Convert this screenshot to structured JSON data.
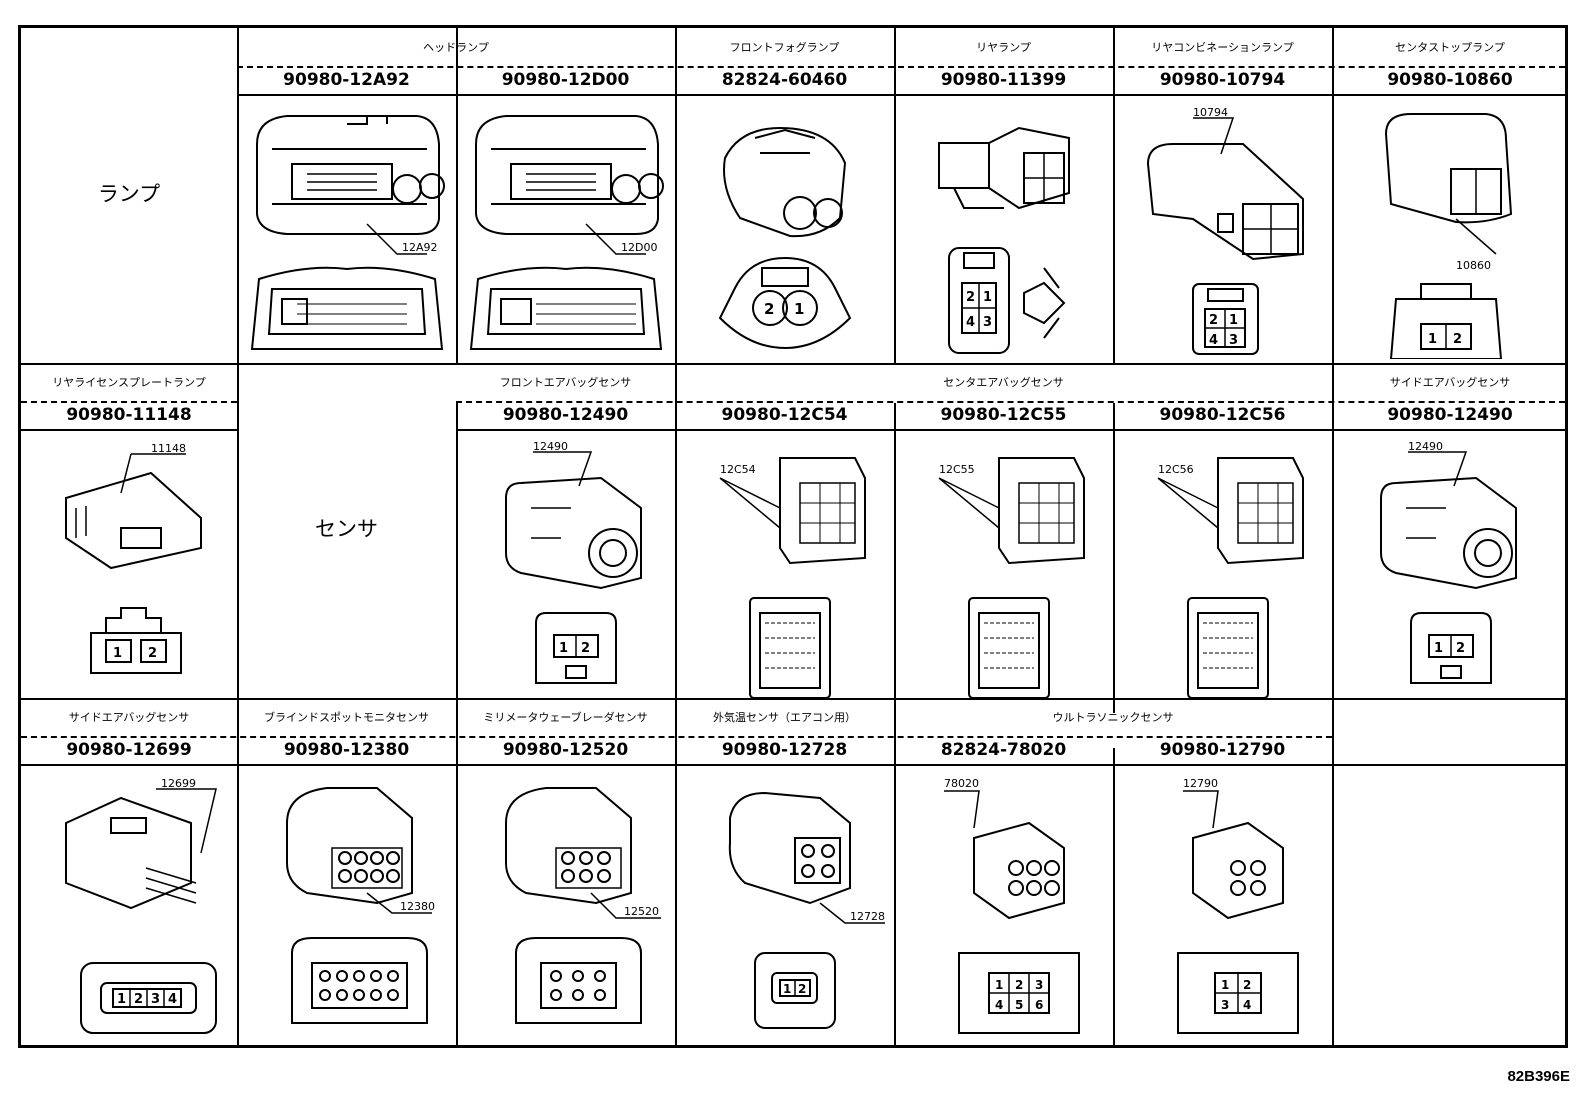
{
  "rows": [
    {
      "group_label": "ランプ",
      "group_at": "first-column",
      "headers": [
        {
          "title": "ヘッドランプ",
          "span": 2
        },
        {
          "title": "フロントフォグランプ",
          "span": 1
        },
        {
          "title": "リヤランプ",
          "span": 1
        },
        {
          "title": "リヤコンビネーションランプ",
          "span": 1
        },
        {
          "title": "センタストップランプ",
          "span": 1
        }
      ],
      "cells": [
        {
          "part_number": "90980-12A92",
          "callout": "12A92",
          "pins": []
        },
        {
          "part_number": "90980-12D00",
          "callout": "12D00",
          "pins": []
        },
        {
          "part_number": "82824-60460",
          "callout": "",
          "pins": [
            "2",
            "1"
          ]
        },
        {
          "part_number": "90980-11399",
          "callout": "",
          "pins": [
            "2",
            "1",
            "4",
            "3"
          ]
        },
        {
          "part_number": "90980-10794",
          "callout": "10794",
          "pins": [
            "2",
            "1",
            "4",
            "3"
          ]
        },
        {
          "part_number": "90980-10860",
          "callout": "10860",
          "pins": [
            "1",
            "2"
          ]
        }
      ]
    },
    {
      "group_label": "センサ",
      "group_at": "second-column",
      "headers": [
        {
          "title": "リヤライセンスプレートランプ",
          "span": 1
        },
        {
          "title": "フロントエアバッグセンサ",
          "span": 1
        },
        {
          "title": "センタエアバッグセンサ",
          "span": 3
        },
        {
          "title": "サイドエアバッグセンサ",
          "span": 1
        }
      ],
      "cells": [
        {
          "part_number": "90980-11148",
          "callout": "11148",
          "pins": [
            "1",
            "2"
          ]
        },
        {
          "part_number": "90980-12490",
          "callout": "12490",
          "pins": [
            "1",
            "2"
          ]
        },
        {
          "part_number": "90980-12C54",
          "callout": "12C54",
          "pins": []
        },
        {
          "part_number": "90980-12C55",
          "callout": "12C55",
          "pins": []
        },
        {
          "part_number": "90980-12C56",
          "callout": "12C56",
          "pins": []
        },
        {
          "part_number": "90980-12490",
          "callout": "12490",
          "pins": [
            "1",
            "2"
          ]
        }
      ]
    },
    {
      "headers": [
        {
          "title": "サイドエアバッグセンサ",
          "span": 1
        },
        {
          "title": "ブラインドスポットモニタセンサ",
          "span": 1
        },
        {
          "title": "ミリメータウェーブレーダセンサ",
          "span": 1
        },
        {
          "title": "外気温センサ（エアコン用）",
          "span": 1
        },
        {
          "title": "ウルトラソニックセンサ",
          "span": 2
        },
        {
          "title": "",
          "span": 1
        }
      ],
      "cells": [
        {
          "part_number": "90980-12699",
          "callout": "12699",
          "pins": [
            "1",
            "2",
            "3",
            "4"
          ]
        },
        {
          "part_number": "90980-12380",
          "callout": "12380",
          "pins": []
        },
        {
          "part_number": "90980-12520",
          "callout": "12520",
          "pins": []
        },
        {
          "part_number": "90980-12728",
          "callout": "12728",
          "pins": [
            "1",
            "2"
          ]
        },
        {
          "part_number": "82824-78020",
          "callout": "78020",
          "pins": [
            "1",
            "2",
            "3",
            "4",
            "5",
            "6"
          ]
        },
        {
          "part_number": "90980-12790",
          "callout": "12790",
          "pins": [
            "1",
            "2",
            "3",
            "4"
          ]
        },
        {
          "part_number": "",
          "callout": "",
          "pins": []
        }
      ]
    }
  ],
  "figure_code": "82B396E"
}
